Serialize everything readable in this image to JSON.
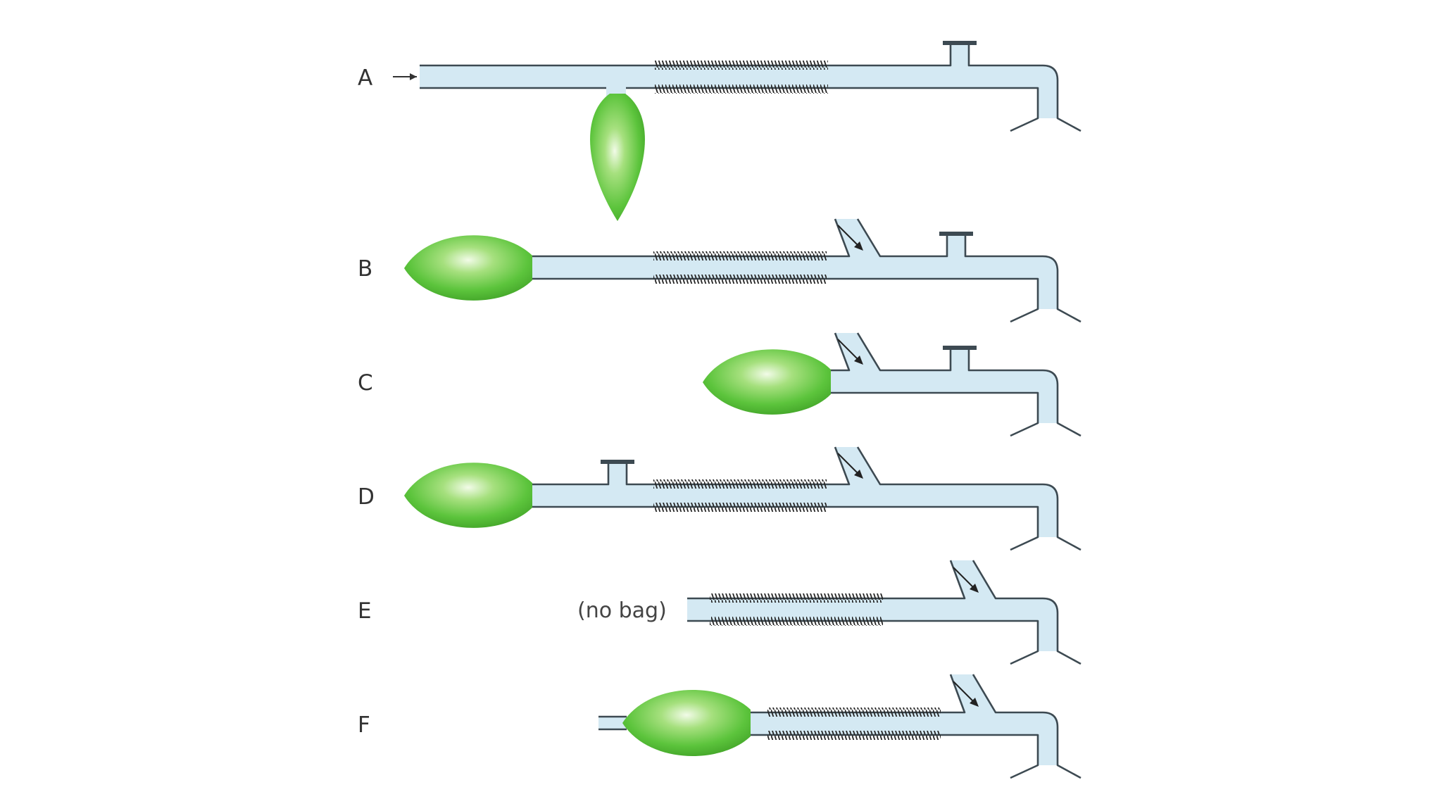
{
  "diagram": {
    "colors": {
      "tube": "#d4e9f3",
      "tube_wall": "#3d4a52",
      "bag": "#58c43a",
      "coil": "#262626"
    },
    "circuits": [
      {
        "label": "A",
        "icon": "bag-icon"
      },
      {
        "label": "B",
        "icon": "bag-icon"
      },
      {
        "label": "C",
        "icon": "bag-icon"
      },
      {
        "label": "D",
        "icon": "bag-icon"
      },
      {
        "label": "E",
        "note": "(no bag)"
      },
      {
        "label": "F",
        "icon": "bag-icon"
      }
    ]
  }
}
